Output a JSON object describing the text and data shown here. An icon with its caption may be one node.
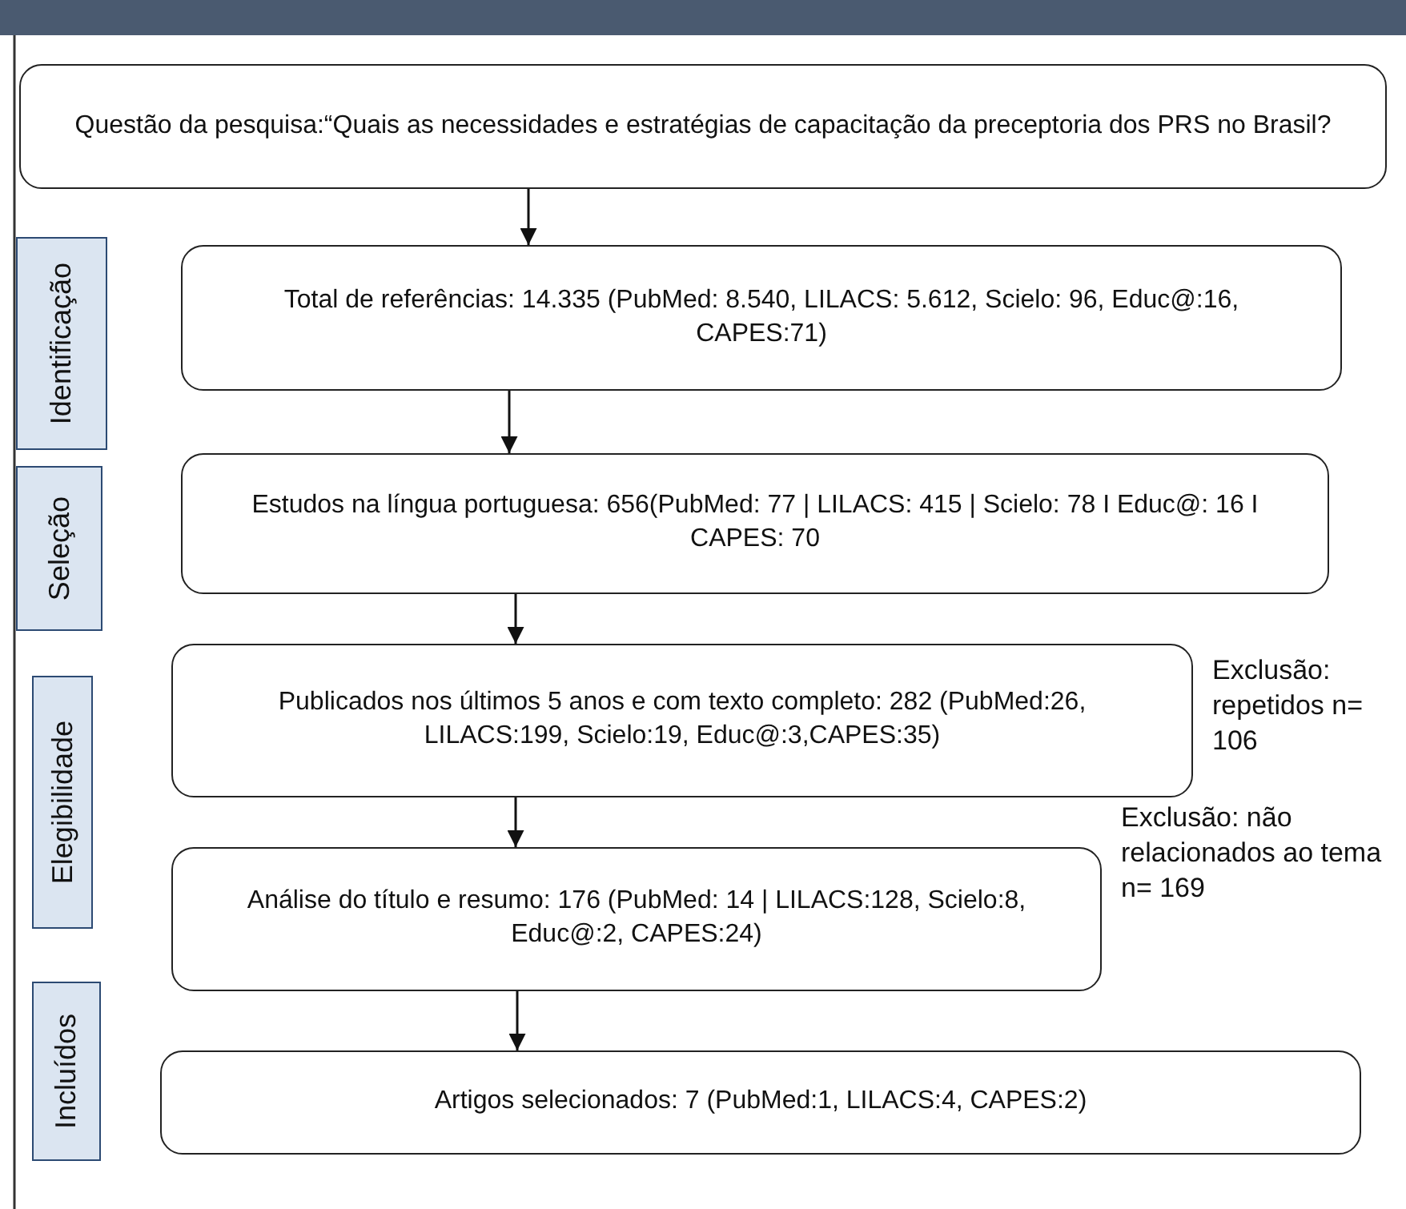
{
  "diagram": {
    "nodes": [
      {
        "text": [
          "Questão da pesquisa:“Quais as necessidades e estratégias de capacitação da preceptoria dos PRS no Brasil?"
        ]
      },
      {
        "text": [
          "Total de referências:  14.335 (PubMed: 8.540, LILACS: 5.612, Scielo: 96, Educ@:16, CAPES:71)"
        ]
      },
      {
        "text": [
          "Estudos na língua portuguesa: 656(PubMed: 77 | LILACS: 415 | Scielo: 78 I Educ@: 16 I CAPES: 70"
        ]
      },
      {
        "text": [
          "Publicados nos últimos 5 anos e com texto completo: 282 (PubMed:26, LILACS:199, Scielo:19, Educ@:3,CAPES:35)"
        ],
        "beside": [
          "Exclusão: repetidos n= 106"
        ]
      },
      {
        "text": [
          "Análise do título e resumo: 176 (PubMed: 14 | LILACS:128, Scielo:8, Educ@:2, CAPES:24)"
        ],
        "beside": [
          "Exclusão: não relacionados ao tema n= 169"
        ]
      },
      {
        "text": [
          "Artigos selecionados: 7 (PubMed:1, LILACS:4, CAPES:2)"
        ]
      },
      {
        "text": [
          "Identificação"
        ]
      },
      {
        "text": [
          "Seleção"
        ]
      },
      {
        "text": [
          "Elegibilidade"
        ]
      },
      {
        "text": [
          "Incluídos"
        ]
      }
    ],
    "edges": [
      {
        "from": 0,
        "to": 1,
        "arrow": "to"
      },
      {
        "from": 1,
        "to": 2,
        "arrow": "to"
      },
      {
        "from": 2,
        "to": 3,
        "arrow": "to"
      },
      {
        "from": 3,
        "to": 4,
        "arrow": "to"
      },
      {
        "from": 4,
        "to": 5,
        "arrow": "to"
      }
    ]
  }
}
